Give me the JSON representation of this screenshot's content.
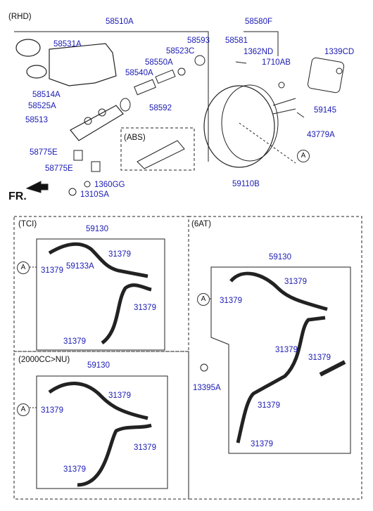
{
  "headers": {
    "rhd": "(RHD)",
    "abs": "(ABS)",
    "tci": "(TCI)",
    "cc2000": "(2000CC>NU)",
    "at6": "(6AT)"
  },
  "front_label": "FR.",
  "ref_marker": "A",
  "parts": {
    "p58510A": "58510A",
    "p58580F": "58580F",
    "p58531A": "58531A",
    "p58593": "58593",
    "p58581": "58581",
    "p1362ND": "1362ND",
    "p1339CD": "1339CD",
    "p58523C": "58523C",
    "p58550A": "58550A",
    "p1710AB": "1710AB",
    "p58540A": "58540A",
    "p58514A": "58514A",
    "p58525A": "58525A",
    "p58592": "58592",
    "p58513": "58513",
    "p59145": "59145",
    "p43779A": "43779A",
    "p58775E_1": "58775E",
    "p58775E_2": "58775E",
    "p59110B": "59110B",
    "p1360GG": "1360GG",
    "p1310SA": "1310SA",
    "tci_59130": "59130",
    "tci_31379_a": "31379",
    "tci_59133A": "59133A",
    "tci_31379_b": "31379",
    "tci_31379_c": "31379",
    "tci_31379_d": "31379",
    "at6_59130": "59130",
    "at6_31379_a": "31379",
    "at6_31379_b": "31379",
    "at6_31379_c": "31379",
    "at6_31379_d": "31379",
    "at6_31379_e": "31379",
    "at6_31379_f": "31379",
    "at6_13395A": "13395A",
    "cc_59130": "59130",
    "cc_31379_a": "31379",
    "cc_31379_b": "31379",
    "cc_31379_c": "31379",
    "cc_31379_d": "31379"
  }
}
